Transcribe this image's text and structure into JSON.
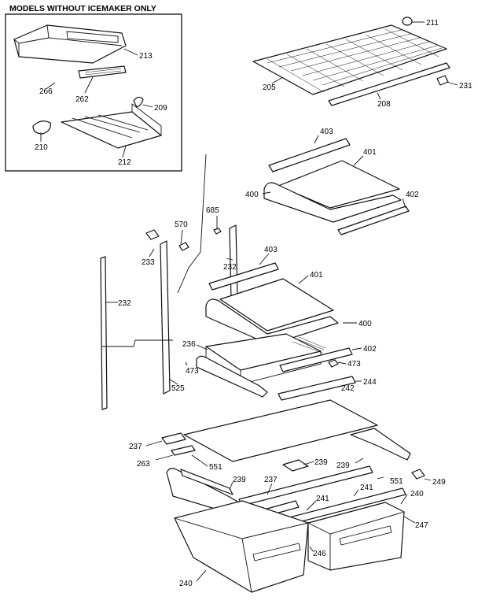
{
  "inset": {
    "title": "MODELS WITHOUT ICEMAKER ONLY",
    "callouts": [
      "213",
      "266",
      "262",
      "209",
      "210",
      "212"
    ]
  },
  "callouts": [
    "211",
    "205",
    "208",
    "231",
    "403",
    "401",
    "400",
    "402",
    "570",
    "685",
    "233",
    "232",
    "403",
    "401",
    "232",
    "400",
    "236",
    "402",
    "473",
    "473",
    "525",
    "244",
    "242",
    "237",
    "263",
    "551",
    "239",
    "239",
    "239",
    "237",
    "241",
    "241",
    "551",
    "249",
    "240",
    "247",
    "246",
    "240"
  ]
}
